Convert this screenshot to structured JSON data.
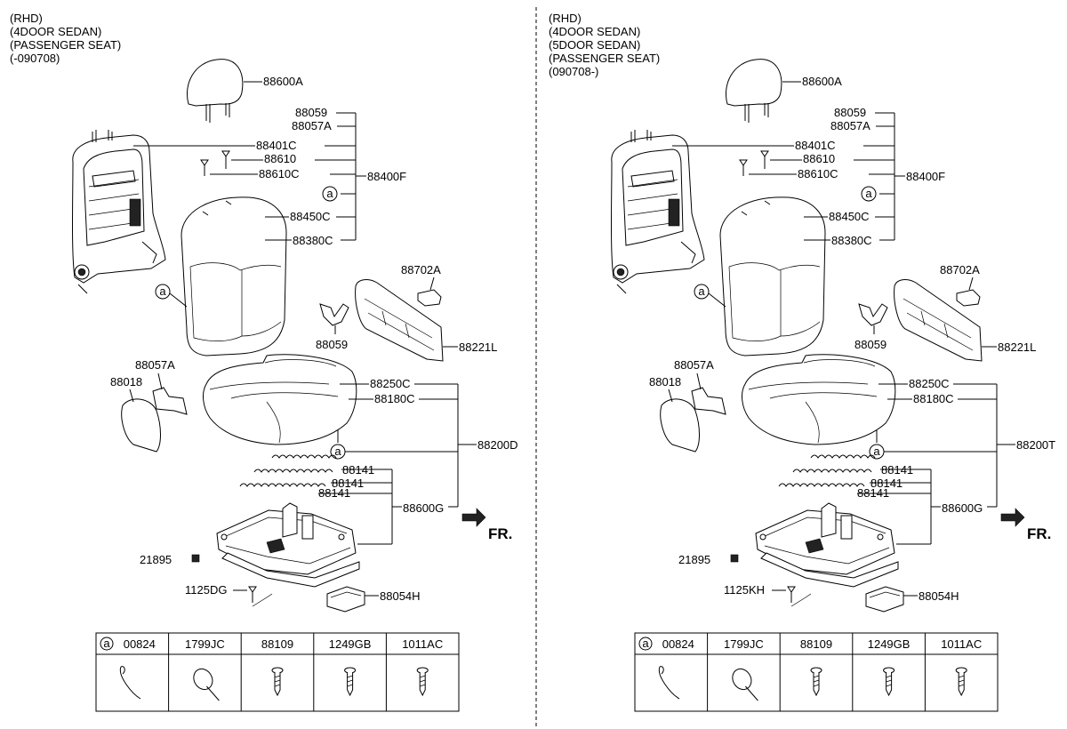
{
  "divider": "dashed",
  "panels": [
    {
      "id": "left",
      "header": [
        "(RHD)",
        "(4DOOR SEDAN)",
        "(PASSENGER SEAT)",
        "(-090708)"
      ],
      "parts": {
        "headrest": "88600A",
        "p88059a": "88059",
        "p88057a": "88057A",
        "p88401c": "88401C",
        "p88610": "88610",
        "p88610c": "88610C",
        "assy_back": "88400F",
        "p88450c": "88450C",
        "p88380c": "88380C",
        "p88702a": "88702A",
        "p88059b": "88059",
        "p88221l": "88221L",
        "p88057a2": "88057A",
        "p88018": "88018",
        "p88250c": "88250C",
        "p88180c": "88180C",
        "assy_cushion": "88200D",
        "spring1": "88141",
        "spring2": "88141",
        "spring3": "88141",
        "assy_track": "88600G",
        "p21895": "21895",
        "bolt": "1125DG",
        "p88054h": "88054H",
        "callout": "a",
        "fr": "FR."
      },
      "table": {
        "callout": "a",
        "headers": [
          "00824",
          "1799JC",
          "88109",
          "1249GB",
          "1011AC"
        ],
        "icons": [
          "hog-ring-clip-icon",
          "cable-tie-icon",
          "screw-icon",
          "screw-icon",
          "screw-icon"
        ]
      }
    },
    {
      "id": "right",
      "header": [
        "(RHD)",
        "(4DOOR SEDAN)",
        "(5DOOR SEDAN)",
        "(PASSENGER SEAT)",
        "(090708-)"
      ],
      "parts": {
        "headrest": "88600A",
        "p88059a": "88059",
        "p88057a": "88057A",
        "p88401c": "88401C",
        "p88610": "88610",
        "p88610c": "88610C",
        "assy_back": "88400F",
        "p88450c": "88450C",
        "p88380c": "88380C",
        "p88702a": "88702A",
        "p88059b": "88059",
        "p88221l": "88221L",
        "p88057a2": "88057A",
        "p88018": "88018",
        "p88250c": "88250C",
        "p88180c": "88180C",
        "assy_cushion": "88200T",
        "spring1": "88141",
        "spring2": "88141",
        "spring3": "88141",
        "assy_track": "88600G",
        "p21895": "21895",
        "bolt": "1125KH",
        "p88054h": "88054H",
        "callout": "a",
        "fr": "FR."
      },
      "table": {
        "callout": "a",
        "headers": [
          "00824",
          "1799JC",
          "88109",
          "1249GB",
          "1011AC"
        ],
        "icons": [
          "hog-ring-clip-icon",
          "cable-tie-icon",
          "screw-icon",
          "screw-icon",
          "screw-icon"
        ]
      }
    }
  ]
}
